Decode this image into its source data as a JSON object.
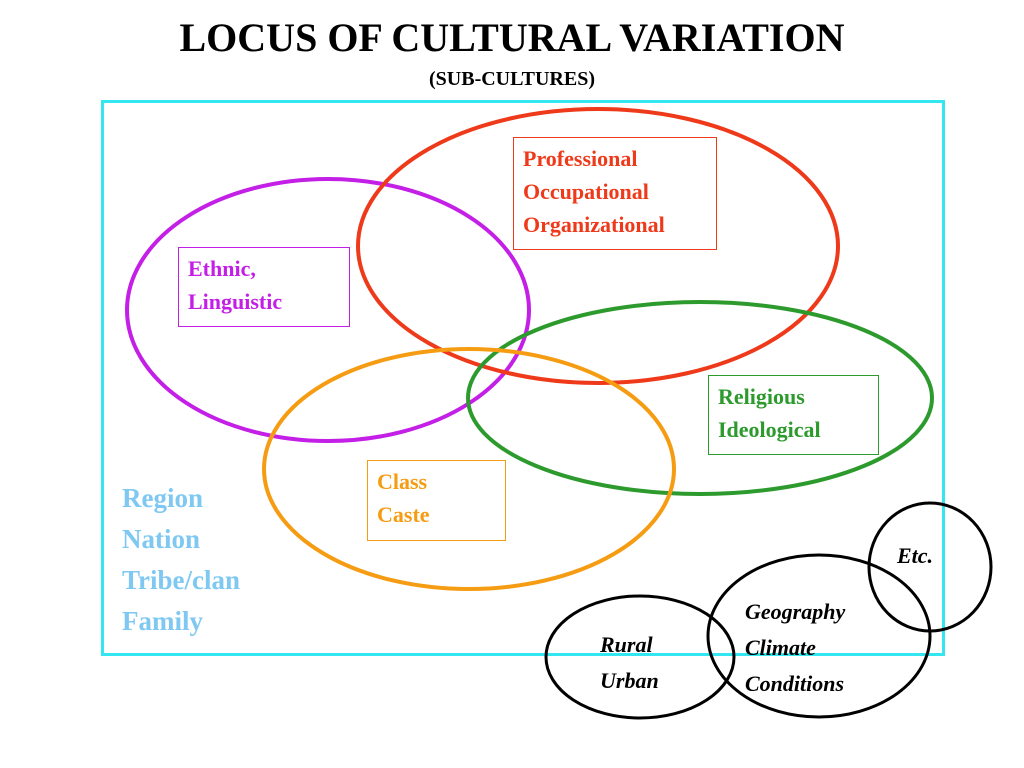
{
  "title": "LOCUS OF CULTURAL VARIATION",
  "subtitle": "(SUB-CULTURES)",
  "colors": {
    "frame": "#33e6f0",
    "professional": "#ee3a1a",
    "ethnic": "#c41fe6",
    "religious": "#2d9a2d",
    "class": "#f59c12",
    "region": "#7ec8f2",
    "outer": "#000000"
  },
  "groups": {
    "professional": [
      "Professional",
      "Occupational",
      "Organizational"
    ],
    "ethnic": [
      "Ethnic,",
      "Linguistic"
    ],
    "religious": [
      "Religious",
      "Ideological"
    ],
    "class": [
      "Class",
      "Caste"
    ]
  },
  "region_list": [
    "Region",
    "Nation",
    "Tribe/clan",
    "Family"
  ],
  "outer_circles": {
    "rural": [
      "Rural",
      "Urban"
    ],
    "geography": [
      "Geography",
      "Climate",
      "Conditions"
    ],
    "etc": "Etc."
  }
}
